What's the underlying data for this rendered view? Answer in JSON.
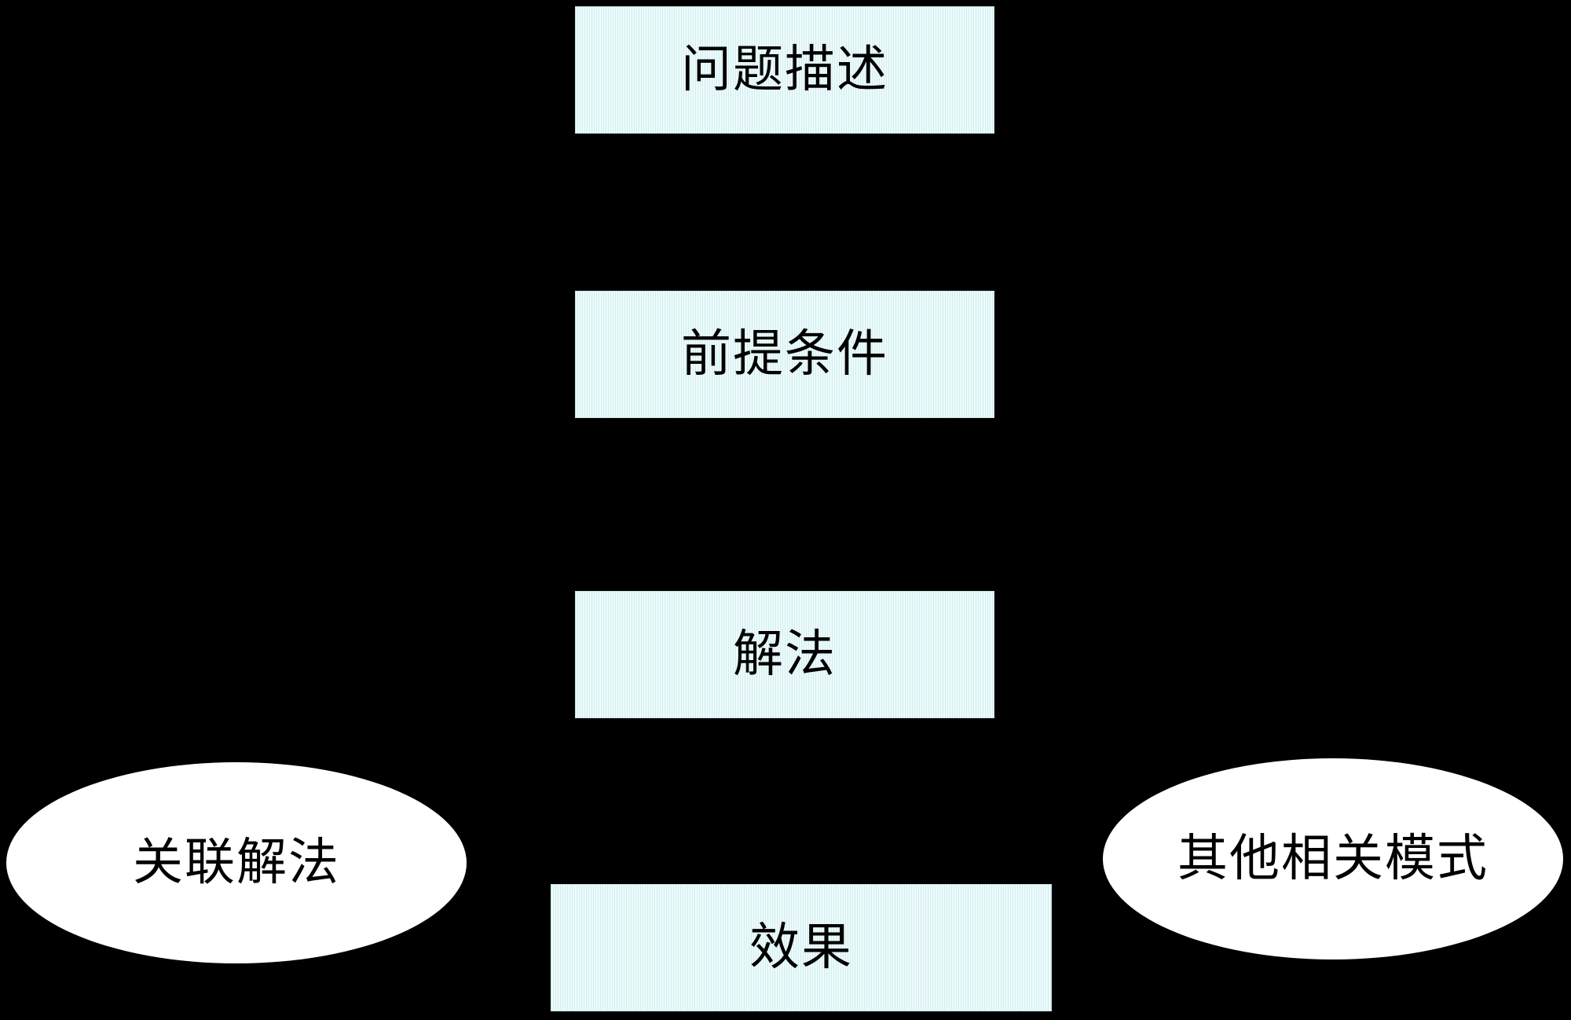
{
  "diagram": {
    "nodes": {
      "problem_description": "问题描述",
      "premise": "前提条件",
      "solution": "解法",
      "effect": "效果",
      "related_solutions": "关联解法",
      "other_related_patterns": "其他相关模式"
    }
  },
  "colors": {
    "background": "#000000",
    "box_fill": "#e6f8f8",
    "ellipse_fill": "#ffffff",
    "text": "#000000"
  }
}
